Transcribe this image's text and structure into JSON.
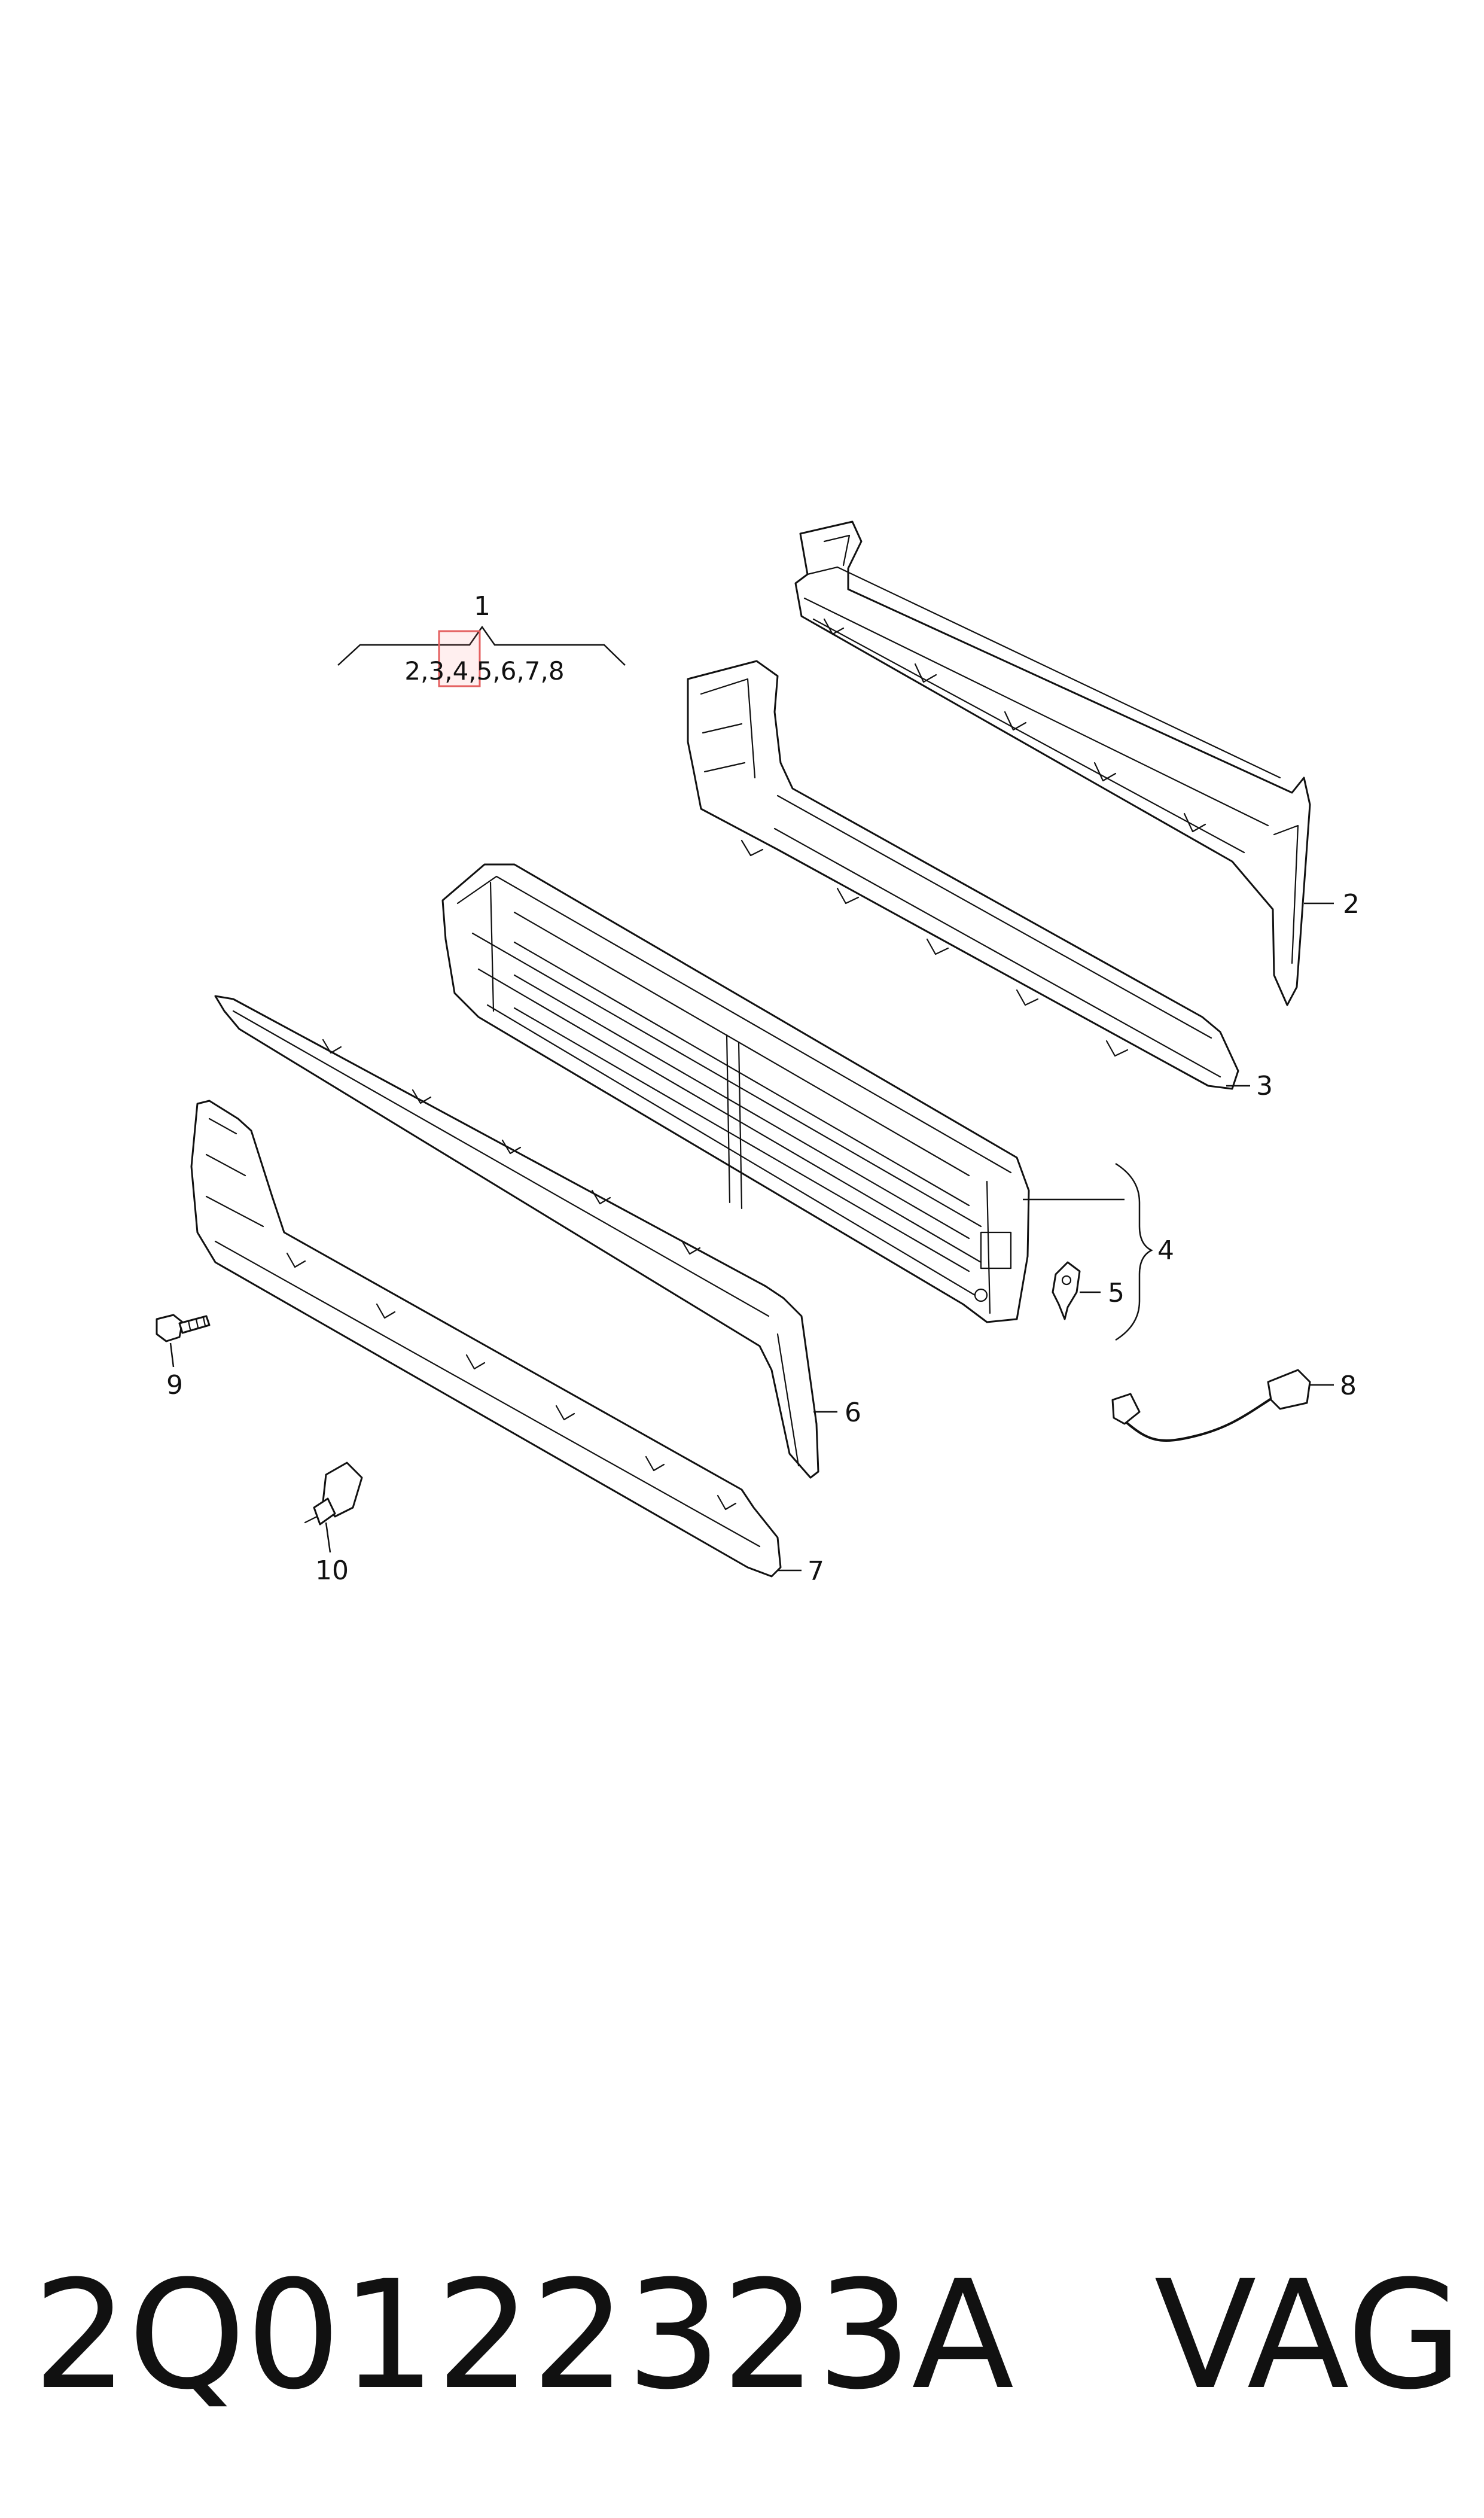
{
  "diagram": {
    "assembly_callout": {
      "number": "1",
      "components_prefix": "2,3,",
      "highlighted_component": "4",
      "components_suffix": ",5,6,7,8"
    },
    "callouts": [
      "2",
      "3",
      "4",
      "5",
      "6",
      "7",
      "8",
      "9",
      "10"
    ],
    "highlight_color": "#e46060"
  },
  "footer": {
    "part_number": "2Q0122323A",
    "brand": "VAG"
  }
}
